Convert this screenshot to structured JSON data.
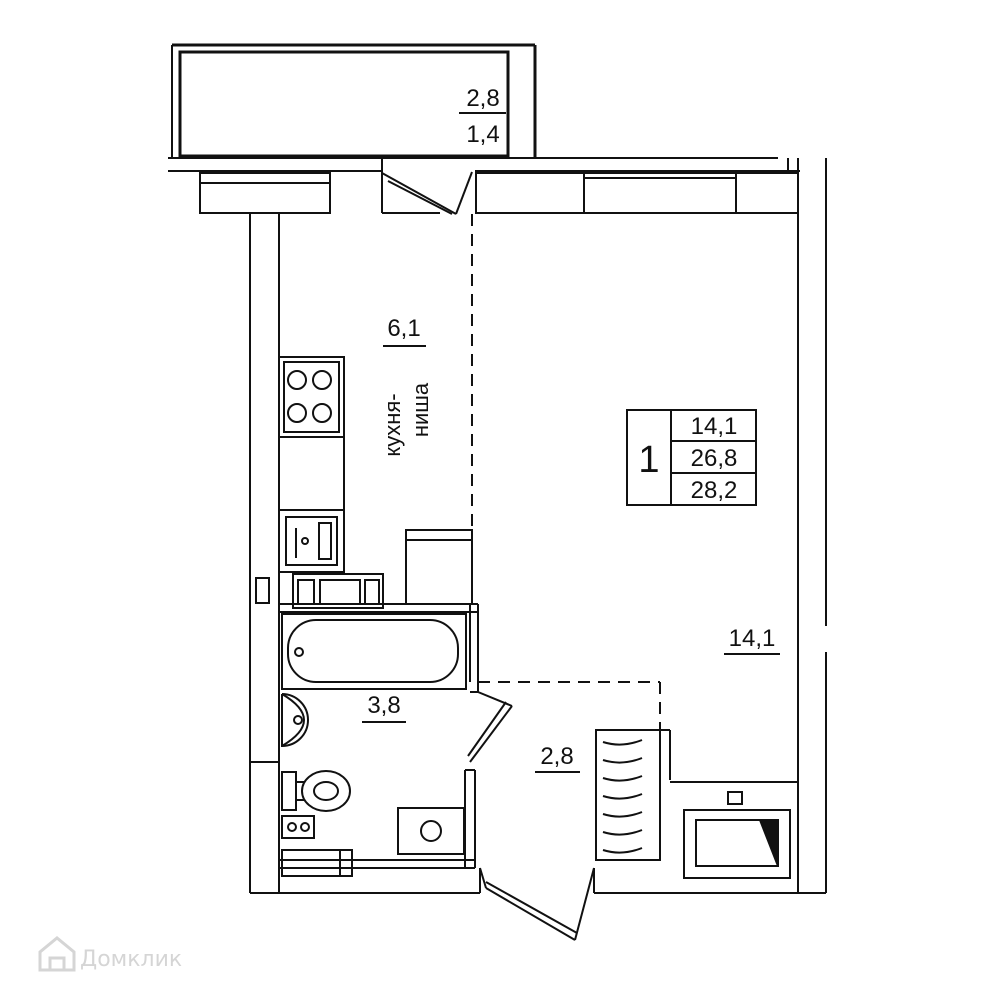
{
  "balcony": {
    "area": "2,8",
    "coefficient_area": "1,4"
  },
  "kitchen_niche": {
    "area": "6,1",
    "label_line1": "кухня-",
    "label_line2": "ниша"
  },
  "room": {
    "area": "14,1"
  },
  "bathroom": {
    "area": "3,8"
  },
  "hall": {
    "area": "2,8"
  },
  "summary": {
    "rooms": "1",
    "living_area": "14,1",
    "total_area": "26,8",
    "total_with_balcony": "28,2"
  },
  "watermark": {
    "text": "Домклик",
    "icon": "house-logo-icon"
  }
}
